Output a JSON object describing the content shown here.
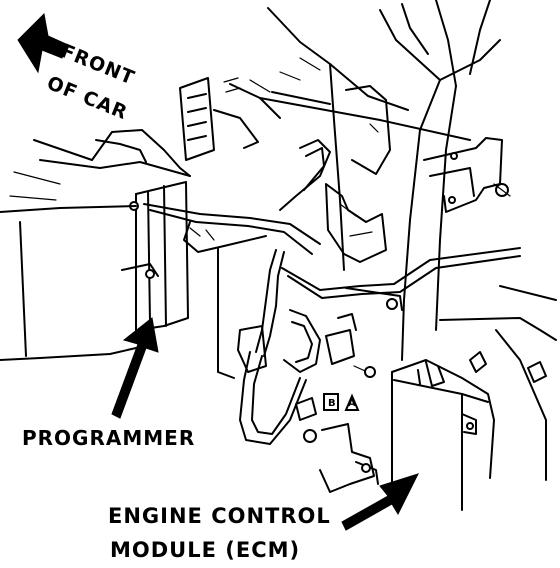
{
  "labels": {
    "front": "FRONT",
    "of_car": "OF CAR",
    "programmer": "PROGRAMMER",
    "ecm_line1": "ENGINE CONTROL",
    "ecm_line2": "MODULE (ECM)",
    "callout_a": "B",
    "callout_b": "A"
  }
}
